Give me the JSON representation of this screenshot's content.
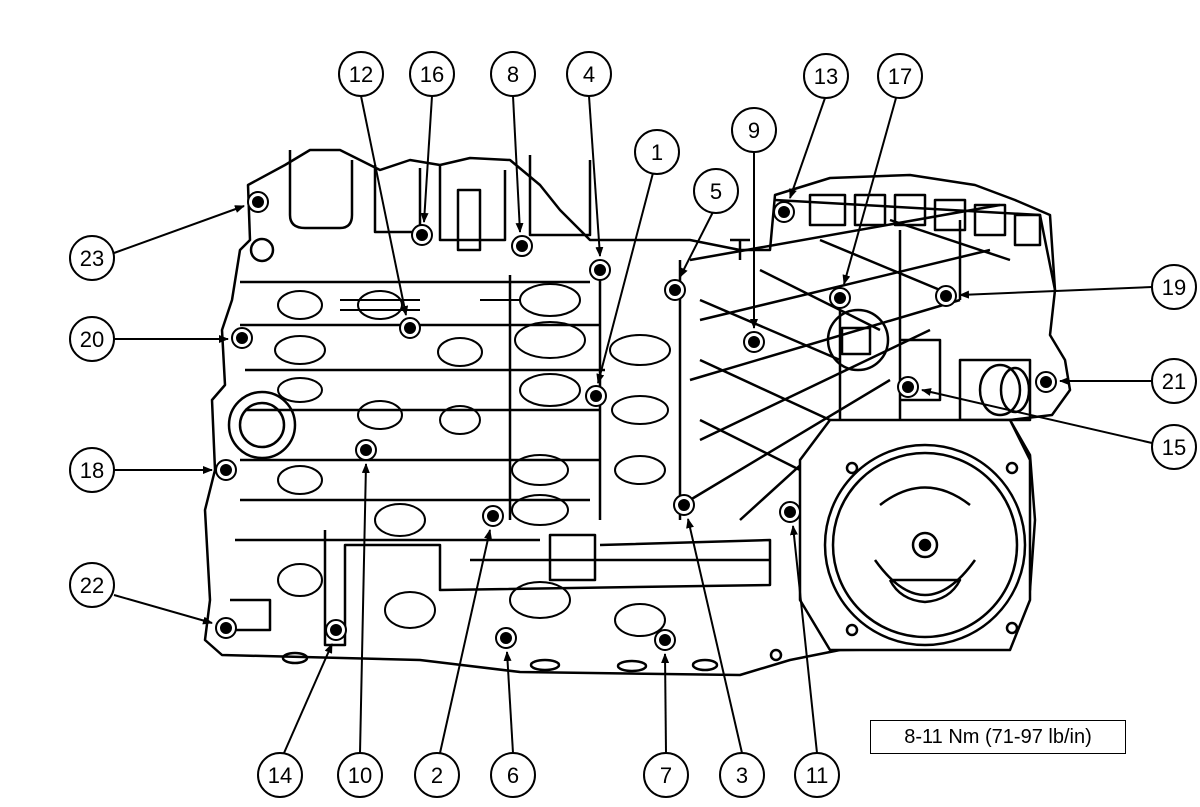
{
  "callouts": [
    "12",
    "16",
    "8",
    "4",
    "1",
    "5",
    "9",
    "13",
    "17",
    "23",
    "20",
    "19",
    "21",
    "15",
    "18",
    "22",
    "14",
    "10",
    "2",
    "6",
    "7",
    "3",
    "11"
  ],
  "spec": "8-11 Nm (71-97 lb/in)",
  "colors": {
    "ink": "#000000",
    "paper": "#ffffff"
  }
}
